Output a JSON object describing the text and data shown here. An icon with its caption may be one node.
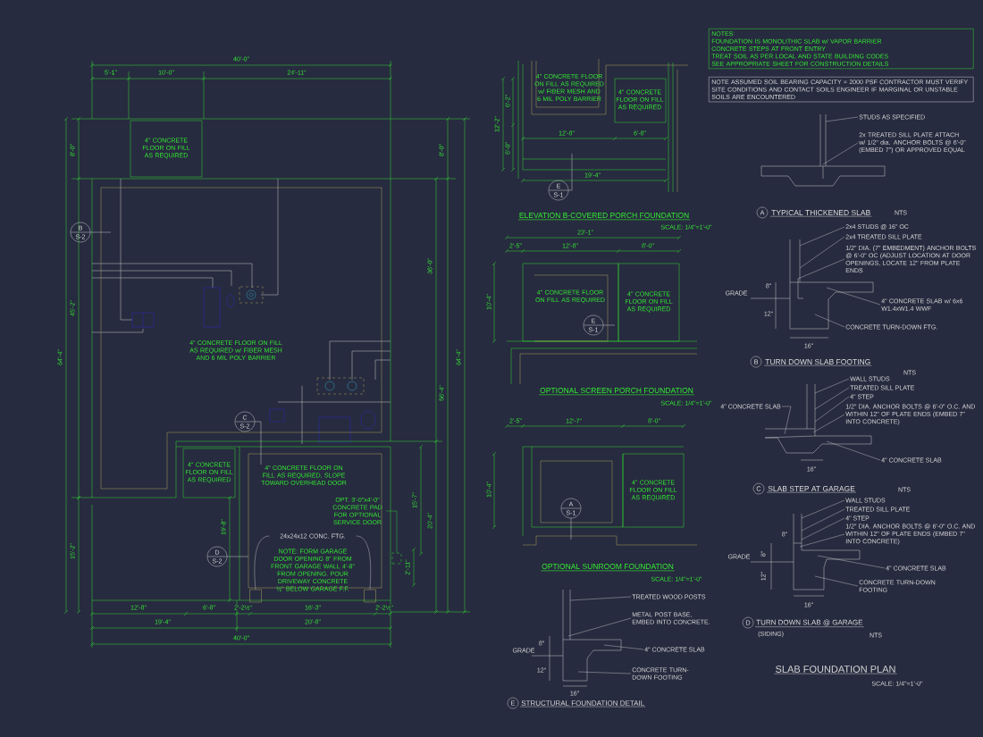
{
  "diagram": {
    "title": "SLAB FOUNDATION PLAN",
    "nodes": [
      {
        "text": [
          "4\" CONCRETE FLOOR ON FILL AS REQUIRED"
        ]
      },
      {
        "text": [
          "4\" CONCRETE FLOOR ON FILL AS REQUIRED w/ FIBER MESH AND 6 MIL POLY BARRIER"
        ]
      },
      {
        "text": [
          "4\" CONCRETE FLOOR ON FILL AS REQUIRED"
        ]
      },
      {
        "text": [
          "4\" CONCRETE FLOOR ON FILL AS REQUIRED, SLOPE TOWARD OVERHEAD DOOR",
          "NOTE: FORM GARAGE DOOR OPENING 8\" FROM FRONT GARAGE WALL 4'-8\" FROM OPENING. POUR DRIVEWAY CONCRETE ½\" BELOW GARAGE F.F."
        ]
      },
      {
        "text": [
          "24x24x12 CONC. FTG."
        ],
        "in": 3
      },
      {
        "text": [],
        "shape": "box",
        "in": 3
      },
      {
        "text": [],
        "shape": "box",
        "in": 3
      },
      {
        "text": [
          "OPT. 3'-0\"x4'-0\" CONCRETE PAD FOR OPTIONAL SERVICE DOOR"
        ],
        "in": 3
      },
      {
        "text": [],
        "shape": "box"
      },
      {
        "text": [
          "B",
          "S-2"
        ]
      },
      {
        "text": [
          "C",
          "S-2"
        ],
        "in": 1
      },
      {
        "text": [
          "D",
          "S-2"
        ]
      },
      {
        "text": [
          "4\" CONCRETE FLOOR ON FILL AS REQUIRED w/ FIBER MESH AND 6 MIL POLY BARRIER"
        ]
      },
      {
        "text": [
          "4\" CONCRETE FLOOR ON FILL AS REQUIRED"
        ]
      },
      {
        "text": [
          "E",
          "S-1"
        ]
      },
      {
        "text": [
          "4\" CONCRETE FLOOR ON FILL AS REQUIRED"
        ]
      },
      {
        "text": [
          "4\" CONCRETE FLOOR ON FILL AS REQUIRED"
        ]
      },
      {
        "text": [
          "E",
          "S-1"
        ],
        "in": 15
      },
      {
        "text": [
          "4\" CONCRETE FLOOR ON FILL AS REQUIRED"
        ]
      },
      {
        "text": [
          "A",
          "S-1"
        ]
      },
      {
        "text": [
          "TREATED WOOD POSTS"
        ]
      },
      {
        "text": [
          "METAL POST BASE, EMBED INTO CONCRETE."
        ]
      },
      {
        "text": [
          "4\" CONCRETE SLAB"
        ]
      },
      {
        "text": [
          "CONCRETE TURN-DOWN FOOTING"
        ]
      },
      {
        "text": [
          "E"
        ],
        "beside": [
          "STRUCTURAL FOUNDATION DETAIL"
        ]
      },
      {
        "text": [
          "NOTES:",
          "FOUNDATION IS MONOLITHIC SLAB w/ VAPOR BARRIER",
          "CONCRETE STEPS AT FRONT ENTRY",
          "TREAT SOIL AS PER LOCAL AND STATE BUILDING CODES",
          "SEE APPROPRIATE SHEET FOR CONSTRUCTION DETAILS"
        ]
      },
      {
        "text": [
          "NOTE ASSUMED SOIL BEARING CAPACITY = 2000 PSF CONTRACTOR MUST VERIFY SITE CONDITIONS AND CONTACT SOILS ENGINEER IF MARGINAL OR UNSTABLE SOILS ARE ENCOUNTERED"
        ]
      },
      {
        "text": [
          "STUDS AS SPECIFIED"
        ]
      },
      {
        "text": [
          "2x TREATED SILL PLATE ATTACH w/ 1/2\" dia. ANCHOR BOLTS @ 6'-0\" (EMBED 7\") OR APPROVED EQUAL"
        ]
      },
      {
        "text": [
          "A"
        ],
        "beside": [
          "TYPICAL THICKENED SLAB"
        ]
      },
      {
        "text": [
          "2x4 STUDS @ 16\" OC"
        ]
      },
      {
        "text": [
          "2x4 TREATED SILL PLATE"
        ]
      },
      {
        "text": [
          "1/2\" DIA. (7\" EMBEDMENT) ANCHOR BOLTS @ 6'-0\" OC (ADJUST LOCATION AT DOOR OPENINGS, LOCATE 12\" FROM PLATE ENDS"
        ]
      },
      {
        "text": [
          "4\" CONCRETE SLAB w/ 6x6 W1.4xW1.4 WWF"
        ]
      },
      {
        "text": [
          "CONCRETE TURN-DOWN FTG."
        ]
      },
      {
        "text": [
          "B"
        ],
        "beside": [
          "TURN DOWN SLAB FOOTING"
        ]
      },
      {
        "text": [
          "WALL STUDS"
        ]
      },
      {
        "text": [
          "TREATED SILL PLATE"
        ]
      },
      {
        "text": [
          "4\" STEP"
        ]
      },
      {
        "text": [
          "1/2\" DIA. ANCHOR BOLTS @ 6'-0\" O.C. AND WITHIN 12\" OF PLATE ENDS (EMBED 7\" INTO CONCRETE)"
        ]
      },
      {
        "text": [
          "4\" CONCRETE SLAB"
        ]
      },
      {
        "text": [
          "4\" CONCRETE SLAB"
        ]
      },
      {
        "text": [
          "C"
        ],
        "beside": [
          "SLAB STEP AT GARAGE"
        ]
      },
      {
        "text": [
          "WALL STUDS"
        ]
      },
      {
        "text": [
          "TREATED SILL PLATE"
        ]
      },
      {
        "text": [
          "4\" STEP"
        ]
      },
      {
        "text": [
          "1/2\" DIA. ANCHOR BOLTS @ 6'-0\" O.C. AND WITHIN 12\" OF PLATE ENDS (EMBED 7\" INTO CONCRETE)"
        ]
      },
      {
        "text": [
          "4\" CONCRETE SLAB"
        ]
      },
      {
        "text": [
          "CONCRETE TURN-DOWN FOOTING"
        ]
      },
      {
        "text": [
          "D"
        ],
        "beside": [
          "TURN DOWN SLAB @ GARAGE",
          "(SIDING)"
        ]
      }
    ],
    "edges": [
      {
        "from": 4,
        "to": 5,
        "arrow": "none"
      },
      {
        "from": 4,
        "to": 6,
        "arrow": "none"
      },
      {
        "from": 7,
        "to": 8,
        "arrow": "none",
        "color": "#33ee33"
      },
      {
        "from": 20,
        "to": null,
        "arrow": "none"
      },
      {
        "from": 21,
        "to": null,
        "arrow": "none"
      },
      {
        "from": 22,
        "to": null,
        "arrow": "none"
      },
      {
        "from": 23,
        "to": null,
        "arrow": "none"
      },
      {
        "from": 27,
        "to": null,
        "arrow": "none"
      },
      {
        "from": 28,
        "to": null,
        "arrow": "none"
      },
      {
        "from": 30,
        "to": null,
        "arrow": "none"
      },
      {
        "from": 31,
        "to": null,
        "arrow": "none"
      },
      {
        "from": 32,
        "to": null,
        "arrow": "none"
      },
      {
        "from": 33,
        "to": null,
        "arrow": "none"
      },
      {
        "from": 34,
        "to": null,
        "arrow": "none"
      },
      {
        "from": 36,
        "to": null,
        "arrow": "none"
      },
      {
        "from": 37,
        "to": null,
        "arrow": "none"
      },
      {
        "from": 38,
        "to": null,
        "arrow": "none"
      },
      {
        "from": 39,
        "to": null,
        "arrow": "none"
      },
      {
        "from": 40,
        "to": null,
        "arrow": "none"
      },
      {
        "from": 41,
        "to": null,
        "arrow": "none"
      },
      {
        "from": 43,
        "to": null,
        "arrow": "none"
      },
      {
        "from": 44,
        "to": null,
        "arrow": "none"
      },
      {
        "from": 45,
        "to": null,
        "arrow": "none"
      },
      {
        "from": 46,
        "to": null,
        "arrow": "none"
      },
      {
        "from": 47,
        "to": null,
        "arrow": "none"
      },
      {
        "from": 48,
        "to": null,
        "arrow": "none"
      }
    ],
    "labels": [
      "40'-0\"",
      "5'-1\"",
      "10'-0\"",
      "24'-11\"",
      "8'-0\"",
      "45'-2\"",
      "64'-4\"",
      "15'-2\"",
      "8'-0\"",
      "36'-0\"",
      "56'-4\"",
      "64'-4\"",
      "19'-8\"",
      "15'-7\"",
      "20'-4\"",
      "2'-11\"",
      "12'-8\"",
      "6'-8\"",
      "2'-2½\"",
      "16'-3\"",
      "2'-2½\"",
      "19'-4\"",
      "20'-8\"",
      "40'-0\"",
      "12'-2\"",
      "6'-2\"",
      "6'-0\"",
      "12'-8\"",
      "6'-8\"",
      "19'-4\"",
      "ELEVATION B-COVERED PORCH FOUNDATION",
      "SCALE: 1/4\"=1'-0\"",
      "23'-1\"",
      "2'-5\"",
      "12'-8\"",
      "8'-0\"",
      "10'-4\"",
      "OPTIONAL SCREEN PORCH FOUNDATION",
      "SCALE: 1/4\"=1'-0\"",
      "2'-5\"",
      "12'-7\"",
      "8'-0\"",
      "10'-4\"",
      "OPTIONAL SUNROOM FOUNDATION",
      "SCALE: 1/4\"=1'-0\"",
      "GRADE",
      "8\"",
      "12\"",
      "16\"",
      "NTS",
      "GRADE",
      "8\"",
      "12\"",
      "16\"",
      "NTS",
      "16\"",
      "NTS",
      "GRADE",
      "8\"",
      "8\"",
      "12\"",
      "16\"",
      "NTS",
      "SCALE: 1/4\"=1'-0\""
    ]
  }
}
